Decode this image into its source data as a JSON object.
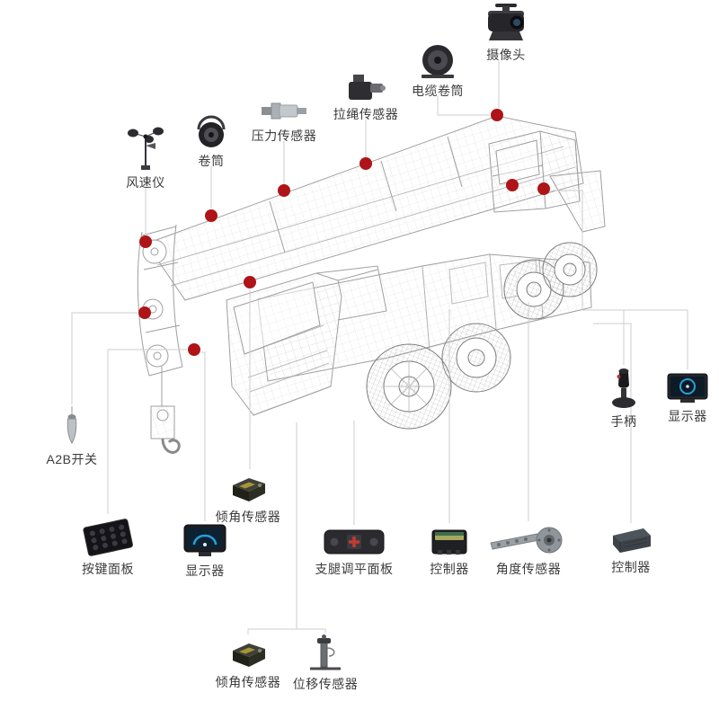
{
  "diagram": {
    "subject": "crane-sensor-layout",
    "colors": {
      "marker_dot": "#ae1418",
      "connector_line": "#cdcdcd",
      "label_text": "#3c3c3c",
      "wireframe": "#9f9f9f"
    }
  },
  "components": [
    {
      "id": "camera",
      "label": "摄像头"
    },
    {
      "id": "cable-reel",
      "label": "电缆卷筒"
    },
    {
      "id": "rope-sensor",
      "label": "拉绳传感器"
    },
    {
      "id": "pressure-sensor",
      "label": "压力传感器"
    },
    {
      "id": "drum",
      "label": "卷筒"
    },
    {
      "id": "anemometer",
      "label": "风速仪"
    },
    {
      "id": "a2b-switch",
      "label": "A2B开关"
    },
    {
      "id": "keypad-panel",
      "label": "按键面板"
    },
    {
      "id": "display-left",
      "label": "显示器"
    },
    {
      "id": "tilt-sensor-mid",
      "label": "倾角传感器"
    },
    {
      "id": "outrigger-leveling-panel",
      "label": "支腿调平面板"
    },
    {
      "id": "controller-mid",
      "label": "控制器"
    },
    {
      "id": "angle-sensor",
      "label": "角度传感器"
    },
    {
      "id": "controller-right",
      "label": "控制器"
    },
    {
      "id": "joystick",
      "label": "手柄"
    },
    {
      "id": "display-right",
      "label": "显示器"
    },
    {
      "id": "tilt-sensor-bottom",
      "label": "倾角传感器"
    },
    {
      "id": "displacement-sensor",
      "label": "位移传感器"
    }
  ]
}
